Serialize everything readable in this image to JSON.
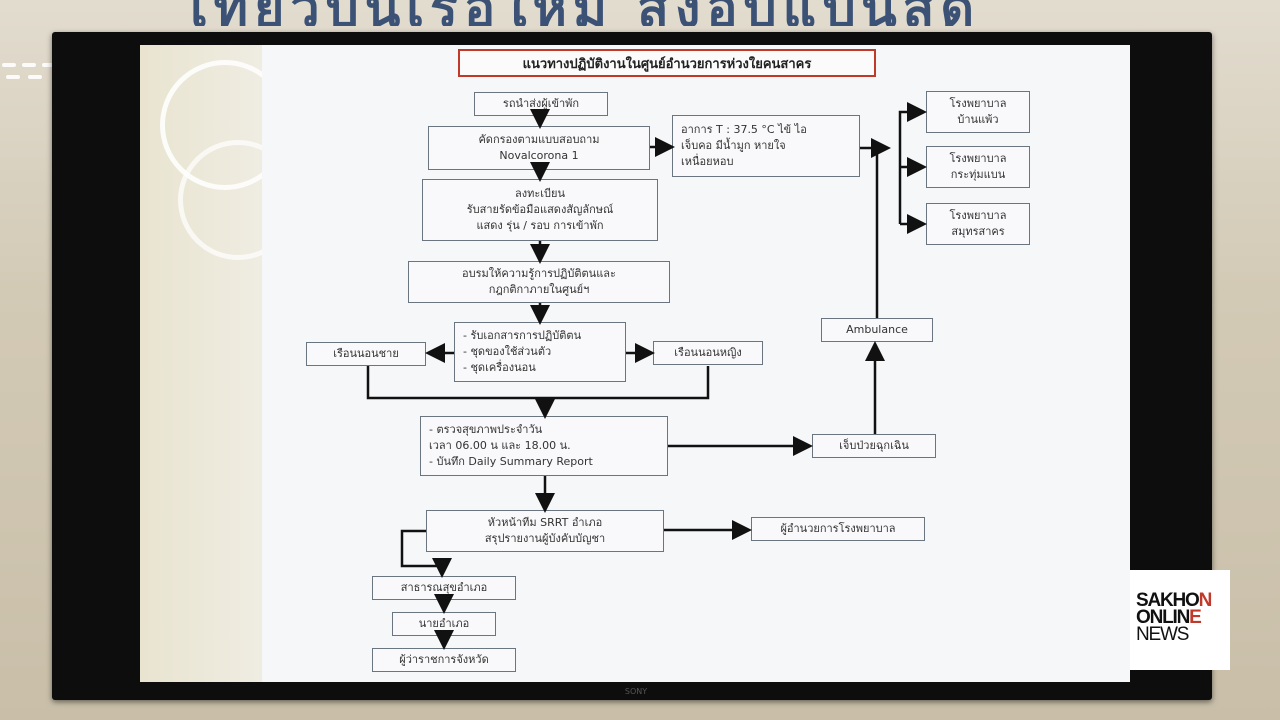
{
  "wall_banner": "เที่ยวบนเรือใหม่ สั่งอบแป้นสด",
  "tv_brand": "SONY",
  "slide": {
    "title": "แนวทางปฏิบัติงานในศูนย์อำนวยการห่วงใยคนสาคร",
    "boxes": {
      "b1": [
        "รถนำส่งผู้เข้าพัก"
      ],
      "b2": [
        "คัดกรองตามแบบสอบถาม",
        "Novalcorona 1"
      ],
      "b3": [
        "อาการ  T : 37.5 °C ไข้ ไอ",
        "เจ็บคอ  มีน้ำมูก  หายใจ",
        "เหนื่อยหอบ"
      ],
      "b4": [
        "ลงทะเบียน",
        "รับสายรัดข้อมือแสดงสัญลักษณ์",
        "แสดง รุ่น / รอบ การเข้าพัก"
      ],
      "b5": [
        "อบรมให้ความรู้การปฏิบัติตนและ",
        "กฎกติกาภายในศูนย์ฯ"
      ],
      "b6": [
        "- รับเอกสารการปฏิบัติตน",
        "- ชุดของใช้ส่วนตัว",
        "- ชุดเครื่องนอน"
      ],
      "b7": [
        "เรือนนอนชาย"
      ],
      "b8": [
        "เรือนนอนหญิง"
      ],
      "b9": [
        "- ตรวจสุขภาพประจำวัน",
        "  เวลา 06.00 น และ 18.00 น.",
        "- บันทึก Daily Summary Report"
      ],
      "b10": [
        "เจ็บป่วยฉุกเฉิน"
      ],
      "b11": [
        "Ambulance"
      ],
      "b12": [
        "โรงพยาบาล",
        "บ้านแพ้ว"
      ],
      "b13": [
        "โรงพยาบาล",
        "กระทุ่มแบน"
      ],
      "b14": [
        "โรงพยาบาล",
        "สมุทรสาคร"
      ],
      "b15": [
        "หัวหน้าทีม SRRT อำเภอ",
        "สรุปรายงานผู้บังคับบัญชา"
      ],
      "b16": [
        "ผู้อำนวยการโรงพยาบาล"
      ],
      "b17": [
        "สาธารณสุขอำเภอ"
      ],
      "b18": [
        "นายอำเภอ"
      ],
      "b19": [
        "ผู้ว่าราชการจังหวัด"
      ]
    }
  },
  "logo": {
    "line1a": "SAKHO",
    "line1b": "N",
    "line2a": "ONLIN",
    "line2b": "E",
    "line3": "NEWS"
  },
  "colors": {
    "title_border": "#c0392b",
    "box_border": "#6b7580",
    "arrow": "#111111",
    "logo_red": "#c0392b"
  }
}
